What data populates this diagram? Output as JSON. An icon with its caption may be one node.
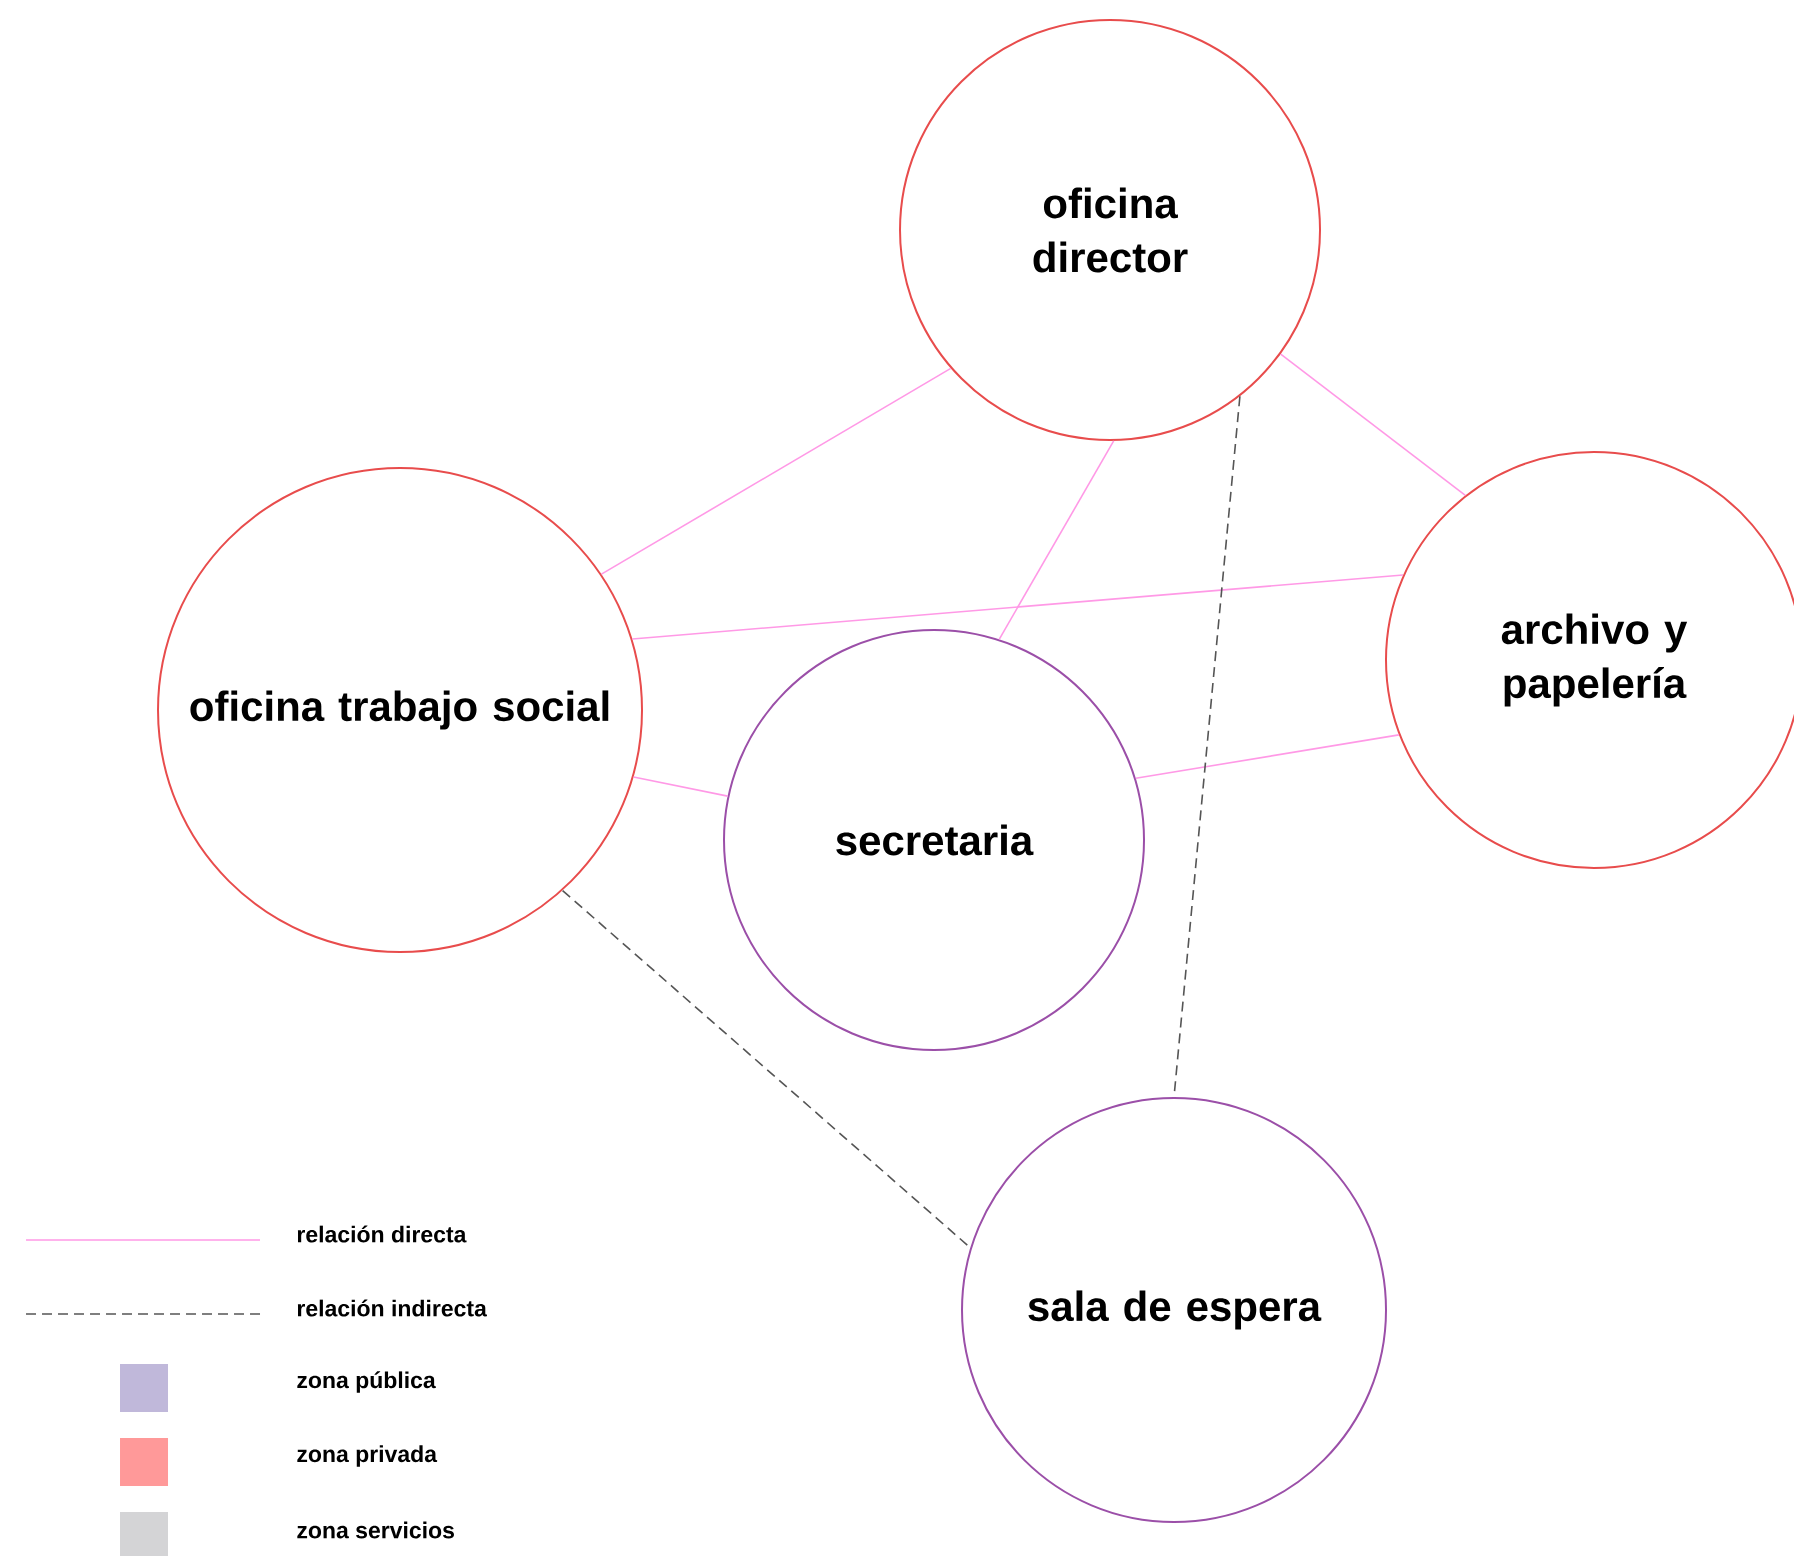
{
  "diagram": {
    "nodes": [
      {
        "text": [
          "oficina director"
        ]
      },
      {
        "text": [
          "oficina trabajo social"
        ]
      },
      {
        "text": [
          "archivo y papelería"
        ]
      },
      {
        "text": [
          "secretaria"
        ]
      },
      {
        "text": [
          "sala de espera"
        ]
      }
    ],
    "edges": [
      {
        "from": 0,
        "to": 1,
        "arrow": "none"
      },
      {
        "from": 0,
        "to": 3,
        "arrow": "none"
      },
      {
        "from": 0,
        "to": 2,
        "arrow": "none"
      },
      {
        "from": 1,
        "to": 2,
        "arrow": "none"
      },
      {
        "from": 1,
        "to": 3,
        "arrow": "none"
      },
      {
        "from": 3,
        "to": 2,
        "arrow": "none"
      },
      {
        "from": 1,
        "to": 4,
        "arrow": "none",
        "style": "dashed",
        "color": "#555555"
      },
      {
        "from": 0,
        "to": 4,
        "arrow": "none",
        "style": "dashed",
        "color": "#555555"
      }
    ],
    "legend": [
      {
        "text": "relación directa"
      },
      {
        "text": "relación indirecta"
      },
      {
        "text": "zona pública",
        "color": "#c0b8da"
      },
      {
        "text": "zona privada",
        "color": "#ff9999"
      },
      {
        "text": "zona servicios",
        "color": "#d4d4d6"
      }
    ]
  }
}
